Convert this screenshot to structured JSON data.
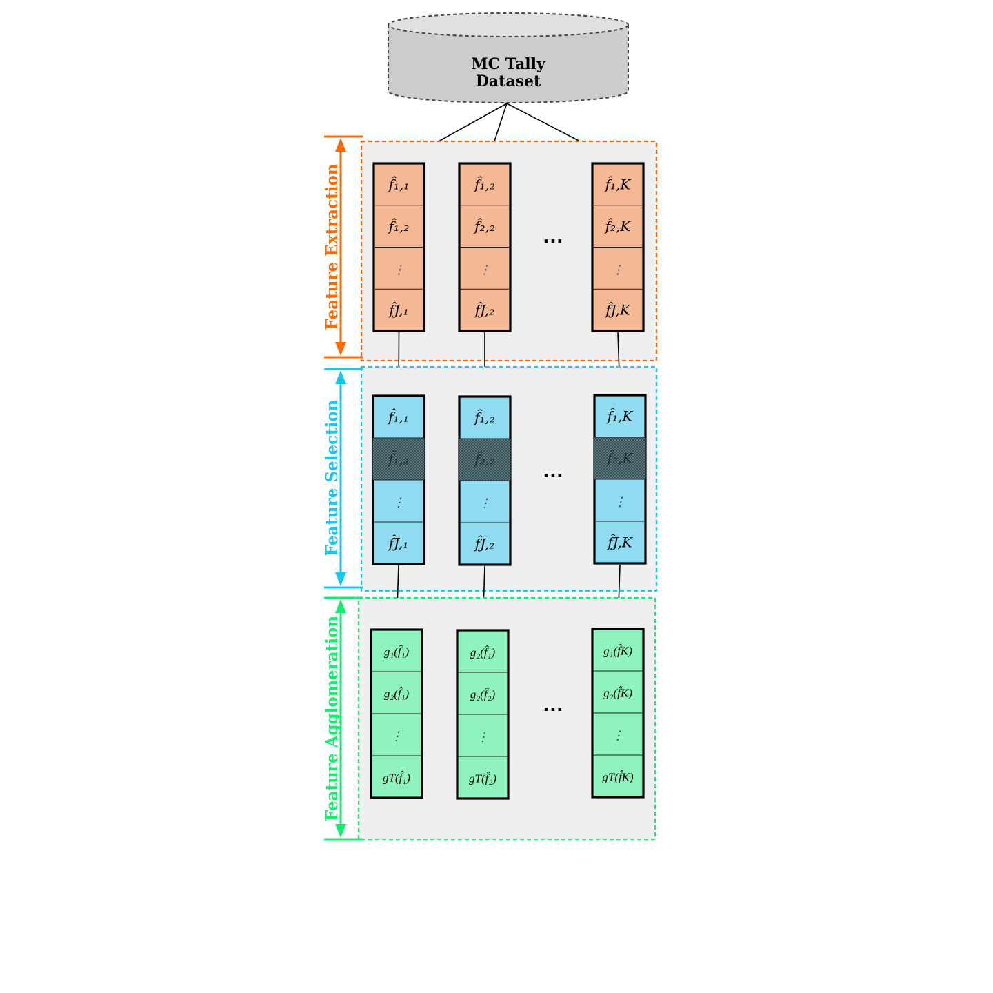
{
  "dataset": {
    "line1": "MC  Tally",
    "line2": "Dataset"
  },
  "colors": {
    "extraction": "#ff6a00",
    "selection": "#14c8f2",
    "agglomeration": "#12ee6e",
    "extraction_fill": "#f4b994",
    "selection_fill": "#8fdcf2",
    "agglomeration_fill": "#8ef3bc",
    "panel_bg": "#efefef"
  },
  "stages": [
    {
      "id": "extraction",
      "label": "Feature  Extraction",
      "ellipsis": "...",
      "columns": [
        {
          "cells": [
            {
              "text": "f̂₁,₁"
            },
            {
              "text": "f̂₁,₂"
            },
            {
              "text": "⋮"
            },
            {
              "text": "f̂J,₁"
            }
          ]
        },
        {
          "cells": [
            {
              "text": "f̂₁,₂"
            },
            {
              "text": "f̂₂,₂"
            },
            {
              "text": "⋮"
            },
            {
              "text": "f̂J,₂"
            }
          ]
        },
        {
          "cells": [
            {
              "text": "f̂₁,K"
            },
            {
              "text": "f̂₂,K"
            },
            {
              "text": "⋮"
            },
            {
              "text": "f̂J,K"
            }
          ]
        }
      ]
    },
    {
      "id": "selection",
      "label": "Feature  Selection",
      "ellipsis": "...",
      "columns": [
        {
          "cells": [
            {
              "text": "f̂₁,₁"
            },
            {
              "text": "f̂₁,₂",
              "masked": true
            },
            {
              "text": "⋮"
            },
            {
              "text": "f̂J,₁"
            }
          ]
        },
        {
          "cells": [
            {
              "text": "f̂₁,₂"
            },
            {
              "text": "f̂₂,₂",
              "masked": true
            },
            {
              "text": "⋮"
            },
            {
              "text": "f̂J,₂"
            }
          ]
        },
        {
          "cells": [
            {
              "text": "f̂₁,K"
            },
            {
              "text": "f̂₂,K",
              "masked": true
            },
            {
              "text": "⋮"
            },
            {
              "text": "f̂J,K"
            }
          ]
        }
      ]
    },
    {
      "id": "agglomeration",
      "label": "Feature  Agglomeration",
      "ellipsis": "...",
      "columns": [
        {
          "cells": [
            {
              "text": "g₁(f̂₁)"
            },
            {
              "text": "g₂(f̂₁)"
            },
            {
              "text": "⋮"
            },
            {
              "text": "gT(f̂₁)"
            }
          ]
        },
        {
          "cells": [
            {
              "text": "g₂(f̂₁)"
            },
            {
              "text": "g₂(f̂₂)"
            },
            {
              "text": "⋮"
            },
            {
              "text": "gT(f̂₂)"
            }
          ]
        },
        {
          "cells": [
            {
              "text": "g₁(f̂K)"
            },
            {
              "text": "g₂(f̂K)"
            },
            {
              "text": "⋮"
            },
            {
              "text": "gT(f̂K)"
            }
          ]
        }
      ]
    }
  ]
}
